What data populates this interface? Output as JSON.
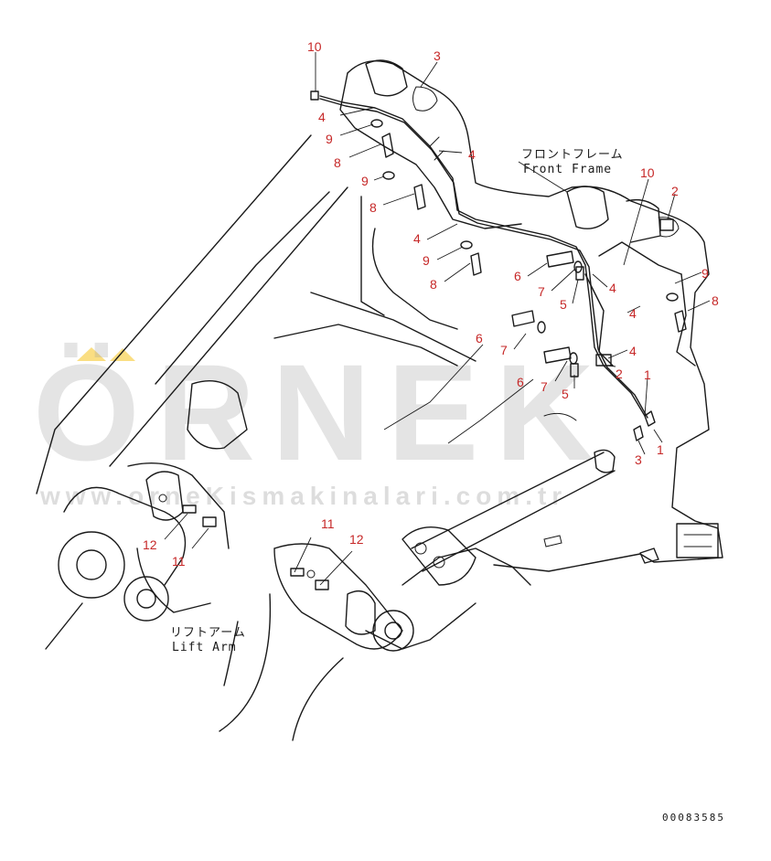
{
  "diagram": {
    "labels": {
      "front_frame_jp": "フロントフレーム",
      "front_frame_en": "Front Frame",
      "lift_arm_jp": "リフトアーム",
      "lift_arm_en": "Lift Arm"
    },
    "drawing_code": "00083585",
    "watermark": {
      "brand": "ÖRNEK",
      "site": "www.orneKismakinalari.com.tr"
    },
    "callouts": [
      "10",
      "3",
      "4",
      "9",
      "8",
      "4",
      "9",
      "8",
      "4",
      "9",
      "8",
      "10",
      "2",
      "9",
      "6",
      "7",
      "5",
      "4",
      "8",
      "4",
      "6",
      "7",
      "6",
      "7",
      "5",
      "4",
      "2",
      "1",
      "1",
      "3",
      "12",
      "11",
      "11",
      "12"
    ]
  }
}
